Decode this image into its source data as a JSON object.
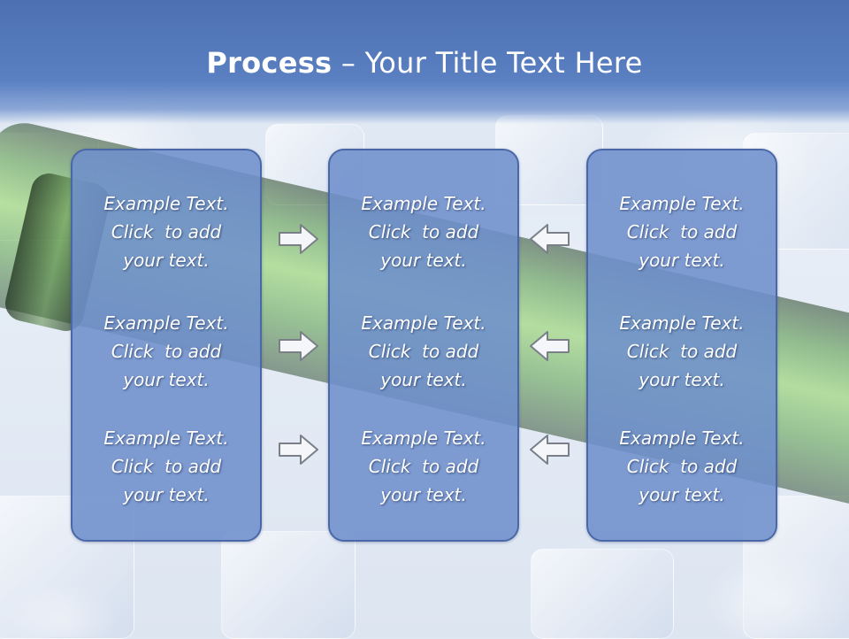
{
  "slide": {
    "title_strong": "Process",
    "title_rest": " – Your Title Text Here"
  },
  "columns": [
    {
      "items": [
        {
          "line1": "Example Text.",
          "line2": "Click  to add",
          "line3": "your text."
        },
        {
          "line1": "Example Text.",
          "line2": "Click  to add",
          "line3": "your text."
        },
        {
          "line1": "Example Text.",
          "line2": "Click  to add",
          "line3": "your text."
        }
      ]
    },
    {
      "items": [
        {
          "line1": "Example Text.",
          "line2": "Click  to add",
          "line3": "your text."
        },
        {
          "line1": "Example Text.",
          "line2": "Click  to add",
          "line3": "your text."
        },
        {
          "line1": "Example Text.",
          "line2": "Click  to add",
          "line3": "your text."
        }
      ]
    },
    {
      "items": [
        {
          "line1": "Example Text.",
          "line2": "Click  to add",
          "line3": "your text."
        },
        {
          "line1": "Example Text.",
          "line2": "Click  to add",
          "line3": "your text."
        },
        {
          "line1": "Example Text.",
          "line2": "Click  to add",
          "line3": "your text."
        }
      ]
    }
  ],
  "arrows": {
    "left_group": [
      "arrow-right-icon",
      "arrow-right-icon",
      "arrow-right-icon"
    ],
    "right_group": [
      "arrow-left-icon",
      "arrow-left-icon",
      "arrow-left-icon"
    ]
  },
  "colors": {
    "header": "#5a80c2",
    "box_fill": "#6e8fcc",
    "box_border": "#4a68a8",
    "text": "#ffffff"
  }
}
